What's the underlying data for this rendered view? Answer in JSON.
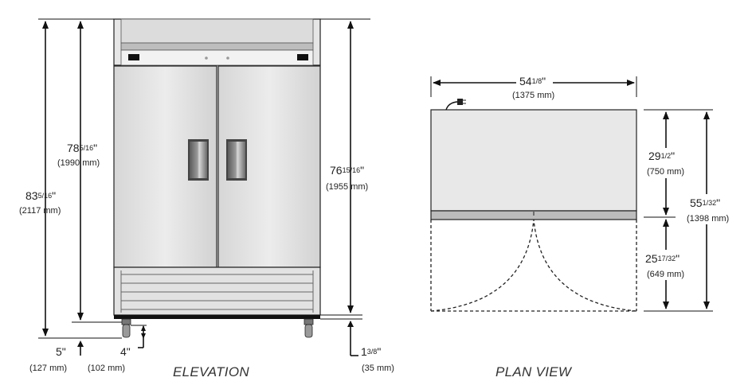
{
  "colors": {
    "panel_light": "#e9e9e9",
    "panel_mid": "#c8c8c8",
    "handle_dark": "#6e6e6e",
    "line": "#111111"
  },
  "elevation": {
    "caption": "ELEVATION",
    "overall_height": {
      "whole": "83",
      "frac": "5/16",
      "unit": "\"",
      "mm": "(2117 mm)"
    },
    "cabinet_height": {
      "whole": "78",
      "frac": "5/16",
      "unit": "\"",
      "mm": "(1990 mm)"
    },
    "door_height": {
      "whole": "76",
      "frac": "15/16",
      "unit": "\"",
      "mm": "(1955 mm)"
    },
    "caster_height": {
      "whole": "5",
      "frac": "",
      "unit": "\"",
      "mm": "(127 mm)"
    },
    "leg_clearance": {
      "whole": "4",
      "frac": "",
      "unit": "\"",
      "mm": "(102 mm)"
    },
    "base_clearance": {
      "whole": "1",
      "frac": "3/8",
      "unit": "\"",
      "mm": "(35 mm)"
    }
  },
  "plan": {
    "caption": "PLAN VIEW",
    "width": {
      "whole": "54",
      "frac": "1/8",
      "unit": "\"",
      "mm": "(1375 mm)"
    },
    "cabinet_depth": {
      "whole": "29",
      "frac": "1/2",
      "unit": "\"",
      "mm": "(750 mm)"
    },
    "door_swing": {
      "whole": "25",
      "frac": "17/32",
      "unit": "\"",
      "mm": "(649 mm)"
    },
    "overall_depth": {
      "whole": "55",
      "frac": "1/32",
      "unit": "\"",
      "mm": "(1398 mm)"
    }
  }
}
